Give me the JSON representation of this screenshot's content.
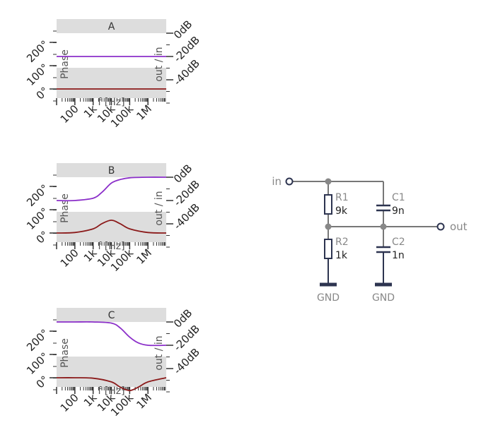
{
  "plots": [
    {
      "title": "A",
      "left_axis_label": "Phase",
      "right_axis_label": "out / in",
      "x_axis_label": "f [Hz]",
      "left_ticks": [
        "200°",
        "100°",
        "0°"
      ],
      "right_ticks": [
        "0dB",
        "-20dB",
        "-40dB"
      ],
      "x_ticks": [
        "100",
        "1k",
        "10k",
        "100k",
        "1M"
      ]
    },
    {
      "title": "B",
      "left_axis_label": "Phase",
      "right_axis_label": "out / in",
      "x_axis_label": "f [Hz]",
      "left_ticks": [
        "200°",
        "100°",
        "0°"
      ],
      "right_ticks": [
        "0dB",
        "-20dB",
        "-40dB"
      ],
      "x_ticks": [
        "100",
        "1k",
        "10k",
        "100k",
        "1M"
      ]
    },
    {
      "title": "C",
      "left_axis_label": "Phase",
      "right_axis_label": "out / in",
      "x_axis_label": "f [Hz]",
      "left_ticks": [
        "200°",
        "100°",
        "0°"
      ],
      "right_ticks": [
        "0dB",
        "-20dB",
        "-40dB"
      ],
      "x_ticks": [
        "100",
        "1k",
        "10k",
        "100k",
        "1M"
      ]
    }
  ],
  "chart_data": [
    {
      "type": "line",
      "title": "A",
      "xlabel": "f [Hz]",
      "x_scale": "log",
      "x": [
        10,
        100,
        1000,
        10000,
        100000,
        1000000,
        10000000
      ],
      "series": [
        {
          "name": "",
          "axis": "magnitude",
          "color": "#8b2fc9",
          "values": [
            -20,
            -20,
            -20,
            -20,
            -20,
            -20,
            -20
          ]
        },
        {
          "name": "",
          "axis": "phase",
          "color": "#8b1a1a",
          "values": [
            0,
            0,
            0,
            0,
            0,
            0,
            0
          ]
        }
      ],
      "y_left": {
        "label": "Phase",
        "ticks": [
          "200°",
          "100°",
          "0°"
        ]
      },
      "y_right": {
        "label": "out / in",
        "ticks": [
          "0dB",
          "-20dB",
          "-40dB"
        ]
      }
    },
    {
      "type": "line",
      "title": "B",
      "xlabel": "f [Hz]",
      "x_scale": "log",
      "x": [
        10,
        100,
        1000,
        3000,
        10000,
        30000,
        100000,
        1000000,
        10000000
      ],
      "series": [
        {
          "name": "",
          "axis": "magnitude",
          "color": "#8b2fc9",
          "values": [
            -20,
            -20,
            -18,
            -13,
            -5,
            -2,
            -0.5,
            0,
            0
          ]
        },
        {
          "name": "",
          "axis": "phase",
          "color": "#8b1a1a",
          "values": [
            0,
            2,
            18,
            40,
            55,
            40,
            18,
            2,
            0
          ]
        }
      ],
      "y_left": {
        "label": "Phase",
        "ticks": [
          "200°",
          "100°",
          "0°"
        ]
      },
      "y_right": {
        "label": "out / in",
        "ticks": [
          "0dB",
          "-20dB",
          "-40dB"
        ]
      }
    },
    {
      "type": "line",
      "title": "C",
      "xlabel": "f [Hz]",
      "x_scale": "log",
      "x": [
        10,
        100,
        1000,
        10000,
        30000,
        100000,
        300000,
        1000000,
        10000000
      ],
      "series": [
        {
          "name": "",
          "axis": "magnitude",
          "color": "#8b2fc9",
          "values": [
            0,
            0,
            0,
            -1,
            -5,
            -13,
            -18,
            -20,
            -20
          ]
        },
        {
          "name": "",
          "axis": "phase",
          "color": "#8b1a1a",
          "values": [
            0,
            0,
            -2,
            -18,
            -40,
            -55,
            -40,
            -18,
            0
          ]
        }
      ],
      "y_left": {
        "label": "Phase",
        "ticks": [
          "200°",
          "100°",
          "0°"
        ]
      },
      "y_right": {
        "label": "out / in",
        "ticks": [
          "0dB",
          "-20dB",
          "-40dB"
        ]
      }
    }
  ],
  "circuit": {
    "input_label": "in",
    "output_label": "out",
    "r1_name": "R1",
    "r1_value": "9k",
    "r2_name": "R2",
    "r2_value": "1k",
    "c1_name": "C1",
    "c1_value": "9n",
    "c2_name": "C2",
    "c2_value": "1n",
    "gnd1": "GND",
    "gnd2": "GND"
  },
  "colors": {
    "magnitude": "#8b2fc9",
    "phase": "#8b1a1a",
    "wire": "#777777",
    "component": "#2d3450",
    "node": "#888888",
    "panel": "#dddddd"
  }
}
